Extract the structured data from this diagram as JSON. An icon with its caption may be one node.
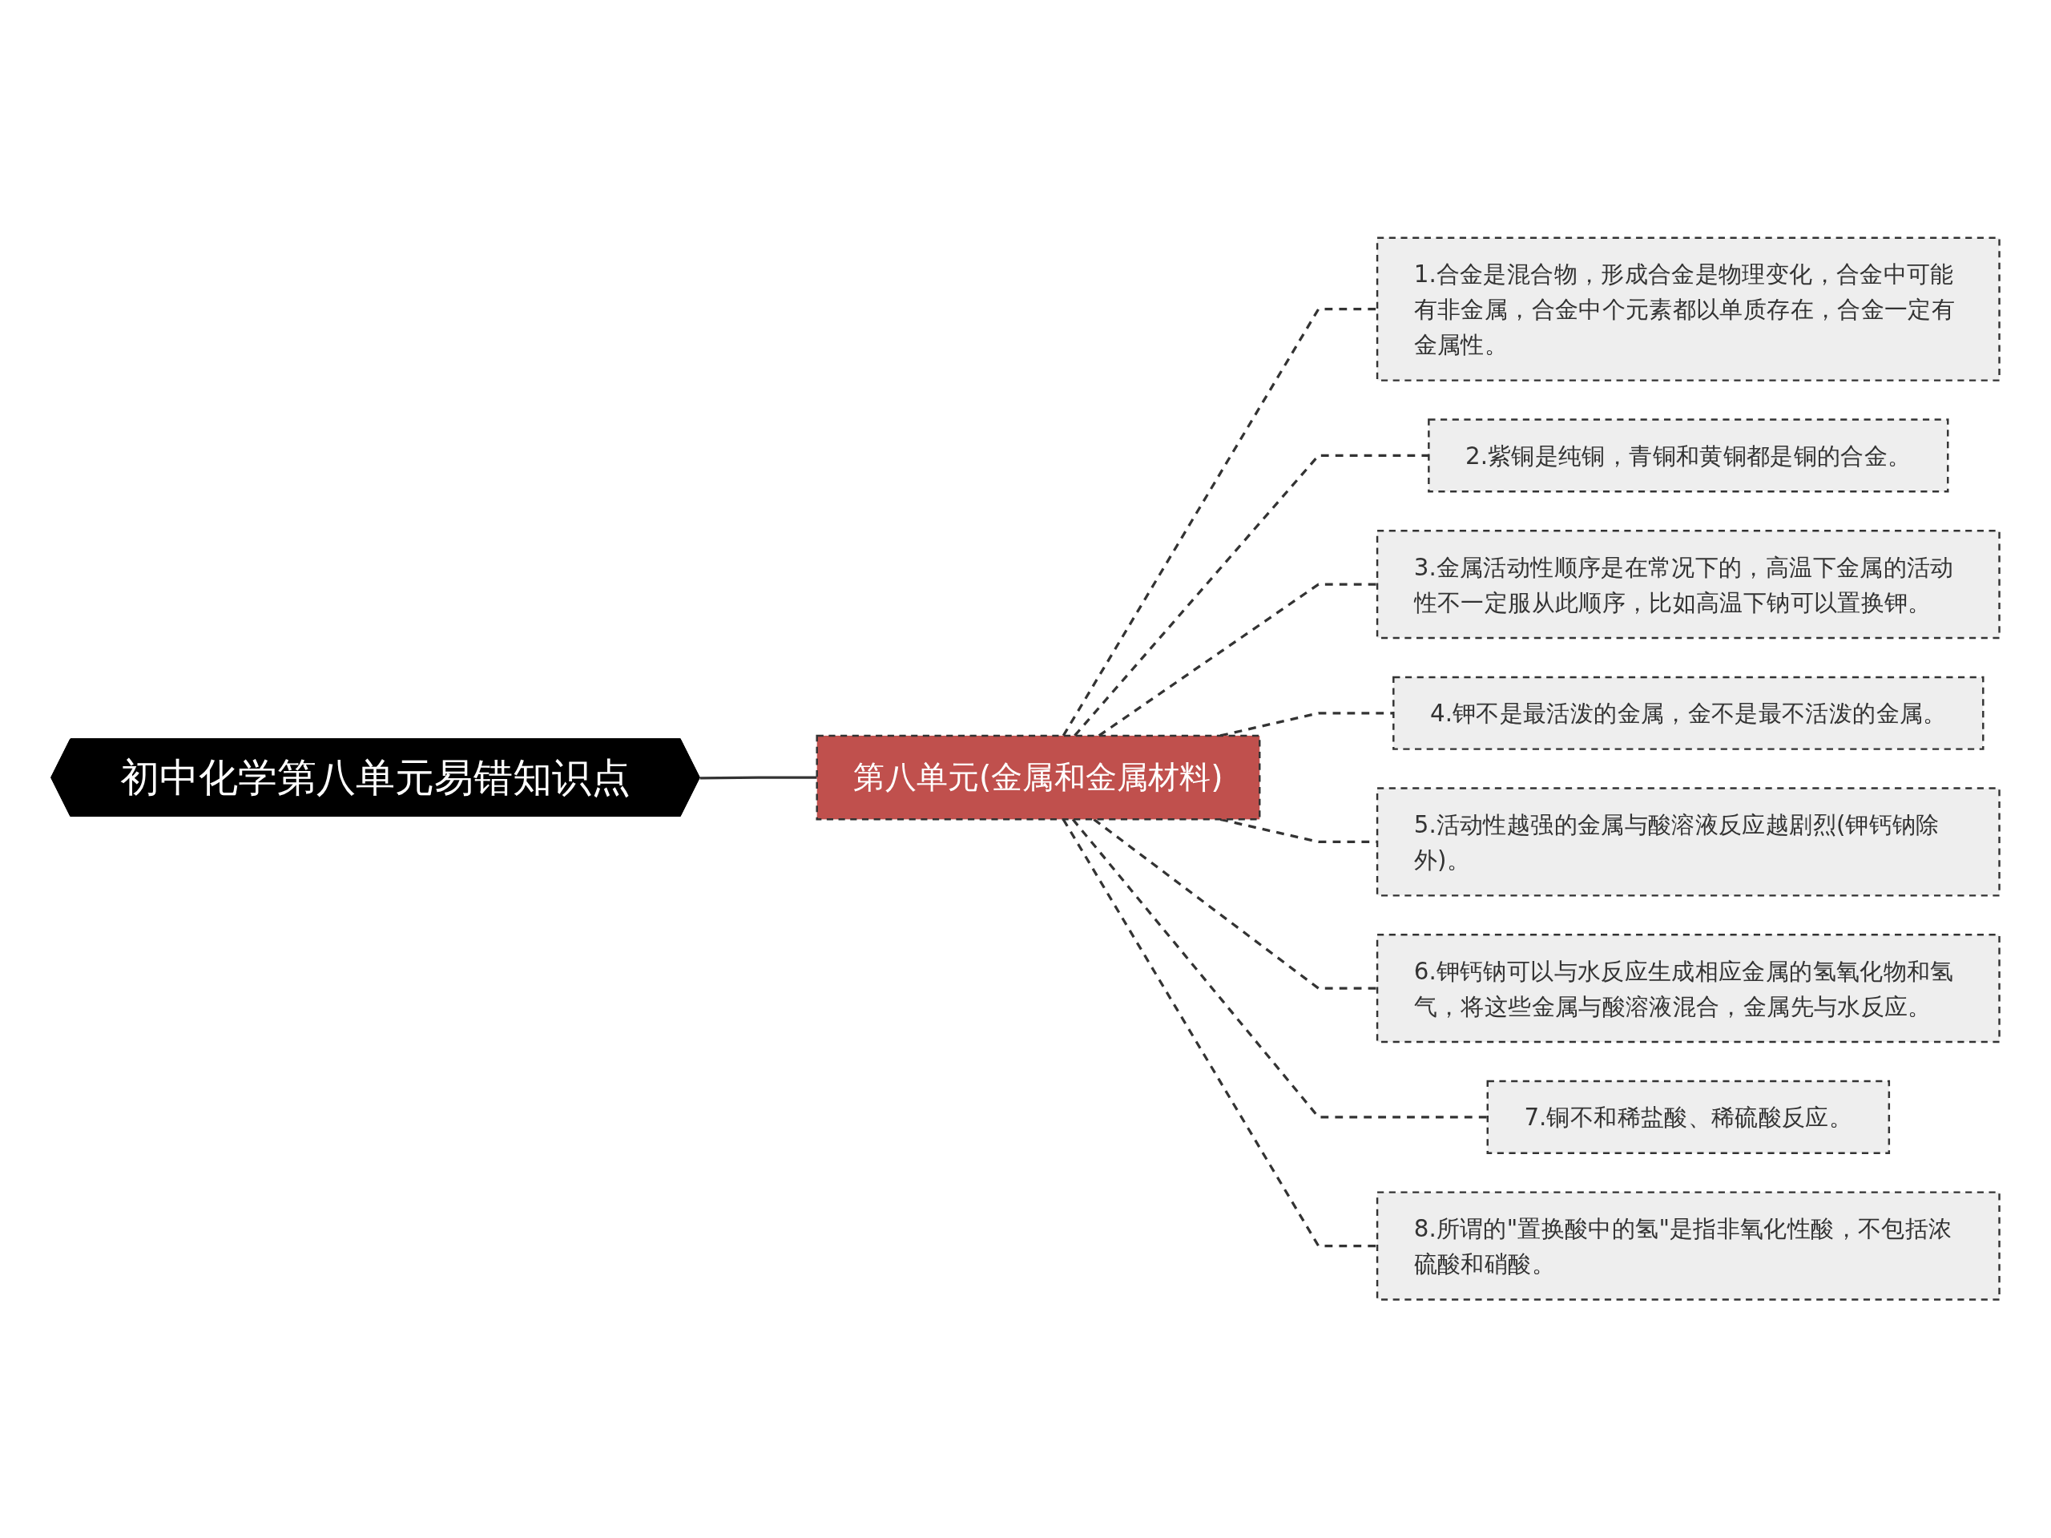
{
  "diagram": {
    "nodes": [
      {
        "text": [
          "初中化学第八单元易错知识点"
        ]
      },
      {
        "text": [
          "第八单元(金属和金属材料)"
        ]
      },
      {
        "text": [
          "1.合金是混合物，形成合金是物理变化，合金中可能有非金属，合金中个元素都以单质存在，合金一定有金属性。"
        ]
      },
      {
        "text": [
          "2.紫铜是纯铜，青铜和黄铜都是铜的合金。"
        ]
      },
      {
        "text": [
          "3.金属活动性顺序是在常况下的，高温下金属的活动性不一定服从此顺序，比如高温下钠可以置换钾。"
        ]
      },
      {
        "text": [
          "4.钾不是最活泼的金属，金不是最不活泼的金属。"
        ]
      },
      {
        "text": [
          "5.活动性越强的金属与酸溶液反应越剧烈(钾钙钠除外)。"
        ]
      },
      {
        "text": [
          "6.钾钙钠可以与水反应生成相应金属的氢氧化物和氢气，将这些金属与酸溶液混合，金属先与水反应。"
        ]
      },
      {
        "text": [
          "7.铜不和稀盐酸、稀硫酸反应。"
        ]
      },
      {
        "text": [
          "8.所谓的\"置换酸中的氢\"是指非氧化性酸，不包括浓硫酸和硝酸。"
        ]
      }
    ],
    "edges": [
      {
        "from": 0,
        "to": 1,
        "arrow": "none"
      },
      {
        "from": 1,
        "to": 2,
        "arrow": "none",
        "style": "dashed"
      },
      {
        "from": 1,
        "to": 3,
        "arrow": "none",
        "style": "dashed"
      },
      {
        "from": 1,
        "to": 4,
        "arrow": "none",
        "style": "dashed"
      },
      {
        "from": 1,
        "to": 5,
        "arrow": "none",
        "style": "dashed"
      },
      {
        "from": 1,
        "to": 6,
        "arrow": "none",
        "style": "dashed"
      },
      {
        "from": 1,
        "to": 7,
        "arrow": "none",
        "style": "dashed"
      },
      {
        "from": 1,
        "to": 8,
        "arrow": "none",
        "style": "dashed"
      },
      {
        "from": 1,
        "to": 9,
        "arrow": "none",
        "style": "dashed"
      }
    ]
  }
}
